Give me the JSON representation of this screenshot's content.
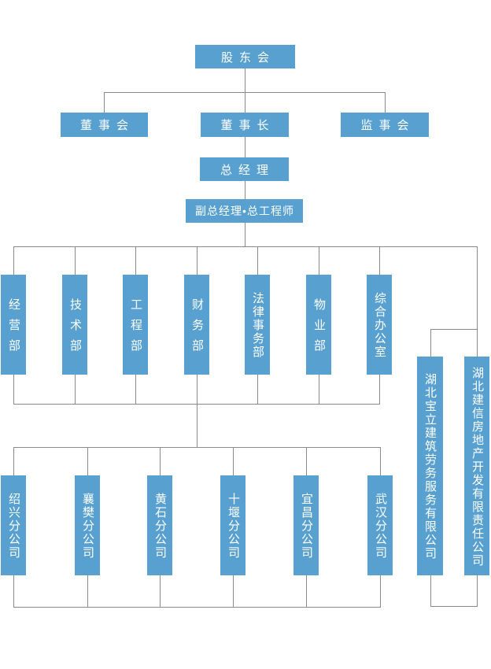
{
  "colors": {
    "box_fill": "#57a0cf",
    "box_text": "#ffffff",
    "connector": "#8a8a8a",
    "background": "#ffffff"
  },
  "org_chart": {
    "root": "股东会",
    "level2": [
      "董事会",
      "董事长",
      "监事会"
    ],
    "general_manager": "总经理",
    "deputy_gm": "副总经理•总工程师",
    "departments": [
      "经营部",
      "技术部",
      "工程部",
      "财务部",
      "法律事务部",
      "物业部",
      "综合办公室"
    ],
    "subsidiaries": [
      "湖北宝立建筑劳务服务有限公司",
      "湖北建信房地产开发有限责任公司"
    ],
    "branches": [
      "绍兴分公司",
      "襄樊分公司",
      "黄石分公司",
      "十堰分公司",
      "宜昌分公司",
      "武汉分公司"
    ]
  }
}
